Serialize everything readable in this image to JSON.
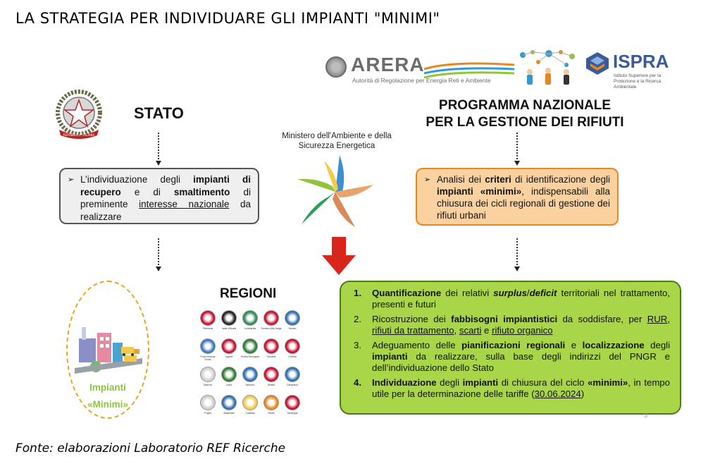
{
  "title": "LA STRATEGIA PER INDIVIDUARE GLI IMPIANTI \"MINIMI\"",
  "logos": {
    "arera_name": "ARERA",
    "arera_subtitle": "Autorità di Regolazione per Energia Reti e Ambiente",
    "ispra_name": "ISPRA",
    "ispra_subtitle": "Istituto Superiore per la Protezione e la Ricerca Ambientale",
    "emblem_ribbon": "REPUBBLICA ITALIANA"
  },
  "left_column": {
    "heading": "STATO",
    "box": {
      "t1": "L’individuazione degli ",
      "b1": "impianti di recupero",
      "t2": " e di ",
      "b2": "smaltimento",
      "t3": " di preminente ",
      "u1": "interesse nazionale",
      "t4": " da realizzare"
    }
  },
  "center": {
    "ministry": "Ministero dell'Ambiente e della Sicurezza Energetica",
    "regions_heading": "REGIONI",
    "regions": [
      "Piemonte",
      "Valle d'Aosta",
      "Lombardia",
      "Trentino Alto Adige",
      "Veneto",
      "Friuli Venezia Giulia",
      "Liguria",
      "Emilia Romagna",
      "Toscana",
      "Umbria",
      "Marche",
      "Lazio",
      "Abruzzo",
      "Molise",
      "Campania",
      "Puglia",
      "Basilicata",
      "Calabria",
      "Sicilia",
      "Sardegna"
    ]
  },
  "right_column": {
    "heading_line1": "PROGRAMMA NAZIONALE",
    "heading_line2": "PER LA GESTIONE DEI RIFIUTI",
    "box": {
      "t1": "Analisi dei ",
      "b1": "criteri",
      "t2": " di identificazione degli ",
      "b2": "impianti «minimi»",
      "t3": ", indispensabili alla chiusura dei cicli regionali di gestione dei rifiuti urbani"
    }
  },
  "impianti": {
    "line1": "Impianti",
    "line2": "«Minimi»"
  },
  "steps": [
    {
      "num": "1.",
      "parts": [
        {
          "s": "b",
          "t": "Quantificazione"
        },
        {
          "s": "n",
          "t": " dei relativi "
        },
        {
          "s": "bi",
          "t": "surplus"
        },
        {
          "s": "n",
          "t": "/"
        },
        {
          "s": "bi",
          "t": "deficit"
        },
        {
          "s": "n",
          "t": " territoriali nel trattamento, presenti e futuri"
        }
      ]
    },
    {
      "num": "2.",
      "parts": [
        {
          "s": "n",
          "t": "Ricostruzione dei "
        },
        {
          "s": "b",
          "t": "fabbisogni impiantistici"
        },
        {
          "s": "n",
          "t": " da soddisfare, per "
        },
        {
          "s": "u",
          "t": "RUR"
        },
        {
          "s": "n",
          "t": ", "
        },
        {
          "s": "u",
          "t": "rifiuti da trattamento"
        },
        {
          "s": "n",
          "t": ", "
        },
        {
          "s": "u",
          "t": "scarti"
        },
        {
          "s": "n",
          "t": " e "
        },
        {
          "s": "u",
          "t": "rifiuto organico"
        }
      ]
    },
    {
      "num": "3.",
      "parts": [
        {
          "s": "n",
          "t": "Adeguamento delle "
        },
        {
          "s": "b",
          "t": "pianificazioni regionali"
        },
        {
          "s": "n",
          "t": " e "
        },
        {
          "s": "b",
          "t": "localizzazione"
        },
        {
          "s": "n",
          "t": " degli "
        },
        {
          "s": "b",
          "t": "impianti"
        },
        {
          "s": "n",
          "t": " da realizzare, sulla base degli indirizzi del PNGR e dell’individuazione dello Stato"
        }
      ]
    },
    {
      "num": "4.",
      "parts": [
        {
          "s": "b",
          "t": "Individuazione"
        },
        {
          "s": "n",
          "t": " degli "
        },
        {
          "s": "b",
          "t": "impianti"
        },
        {
          "s": "n",
          "t": " di chiusura del ciclo "
        },
        {
          "s": "b",
          "t": "«minimi»"
        },
        {
          "s": "n",
          "t": ", in tempo utile per la determinazione delle tariffe ("
        },
        {
          "s": "u",
          "t": "30.06.2024"
        },
        {
          "s": "n",
          "t": ")"
        }
      ]
    }
  ],
  "page_number": "3",
  "source": "Fonte: elaborazioni Laboratorio REF Ricerche",
  "colors": {
    "pngr_fill": "#fbd29f",
    "pngr_border": "#e8871e",
    "green_fill": "#a8d648",
    "green_border": "#4c7a1a",
    "arrow_red": "#d9261c",
    "oval_border": "#e2a81e",
    "impianti_text": "#8fc43b"
  }
}
